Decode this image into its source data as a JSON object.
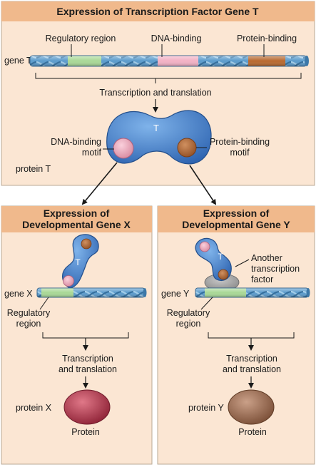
{
  "top_panel": {
    "title": "Expression of Transcription Factor Gene T",
    "gene_label": "gene T",
    "region_labels": {
      "regulatory": "Regulatory region",
      "dna_binding": "DNA-binding",
      "protein_binding": "Protein-binding"
    },
    "process_label": "Transcription and translation",
    "protein_letter": "T",
    "dna_motif": [
      "DNA-binding",
      "motif"
    ],
    "protein_motif": [
      "Protein-binding",
      "motif"
    ],
    "protein_label": "protein T"
  },
  "left_panel": {
    "title": [
      "Expression of",
      "Developmental Gene X"
    ],
    "gene_label": "gene X",
    "protein_letter": "T",
    "regulatory_label": [
      "Regulatory",
      "region"
    ],
    "process_label": [
      "Transcription",
      "and translation"
    ],
    "protein_label": "protein X",
    "product_label": "Protein"
  },
  "right_panel": {
    "title": [
      "Expression of",
      "Developmental Gene Y"
    ],
    "gene_label": "gene Y",
    "protein_letter": "T",
    "factor_label": [
      "Another",
      "transcription",
      "factor"
    ],
    "regulatory_label": [
      "Regulatory",
      "region"
    ],
    "process_label": [
      "Transcription",
      "and translation"
    ],
    "protein_label": "protein Y",
    "product_label": "Protein"
  },
  "colors": {
    "panel_fill": "#fbe6d3",
    "header_fill": "#f0b98c",
    "dna": "#4e90c2",
    "regulatory_region": "#a8d896",
    "dna_binding_region": "#f2b0c4",
    "protein_binding_region": "#b8682e",
    "protein_t": "#3e78c6",
    "protein_x": "#b83a50",
    "protein_y": "#9b6e54"
  }
}
